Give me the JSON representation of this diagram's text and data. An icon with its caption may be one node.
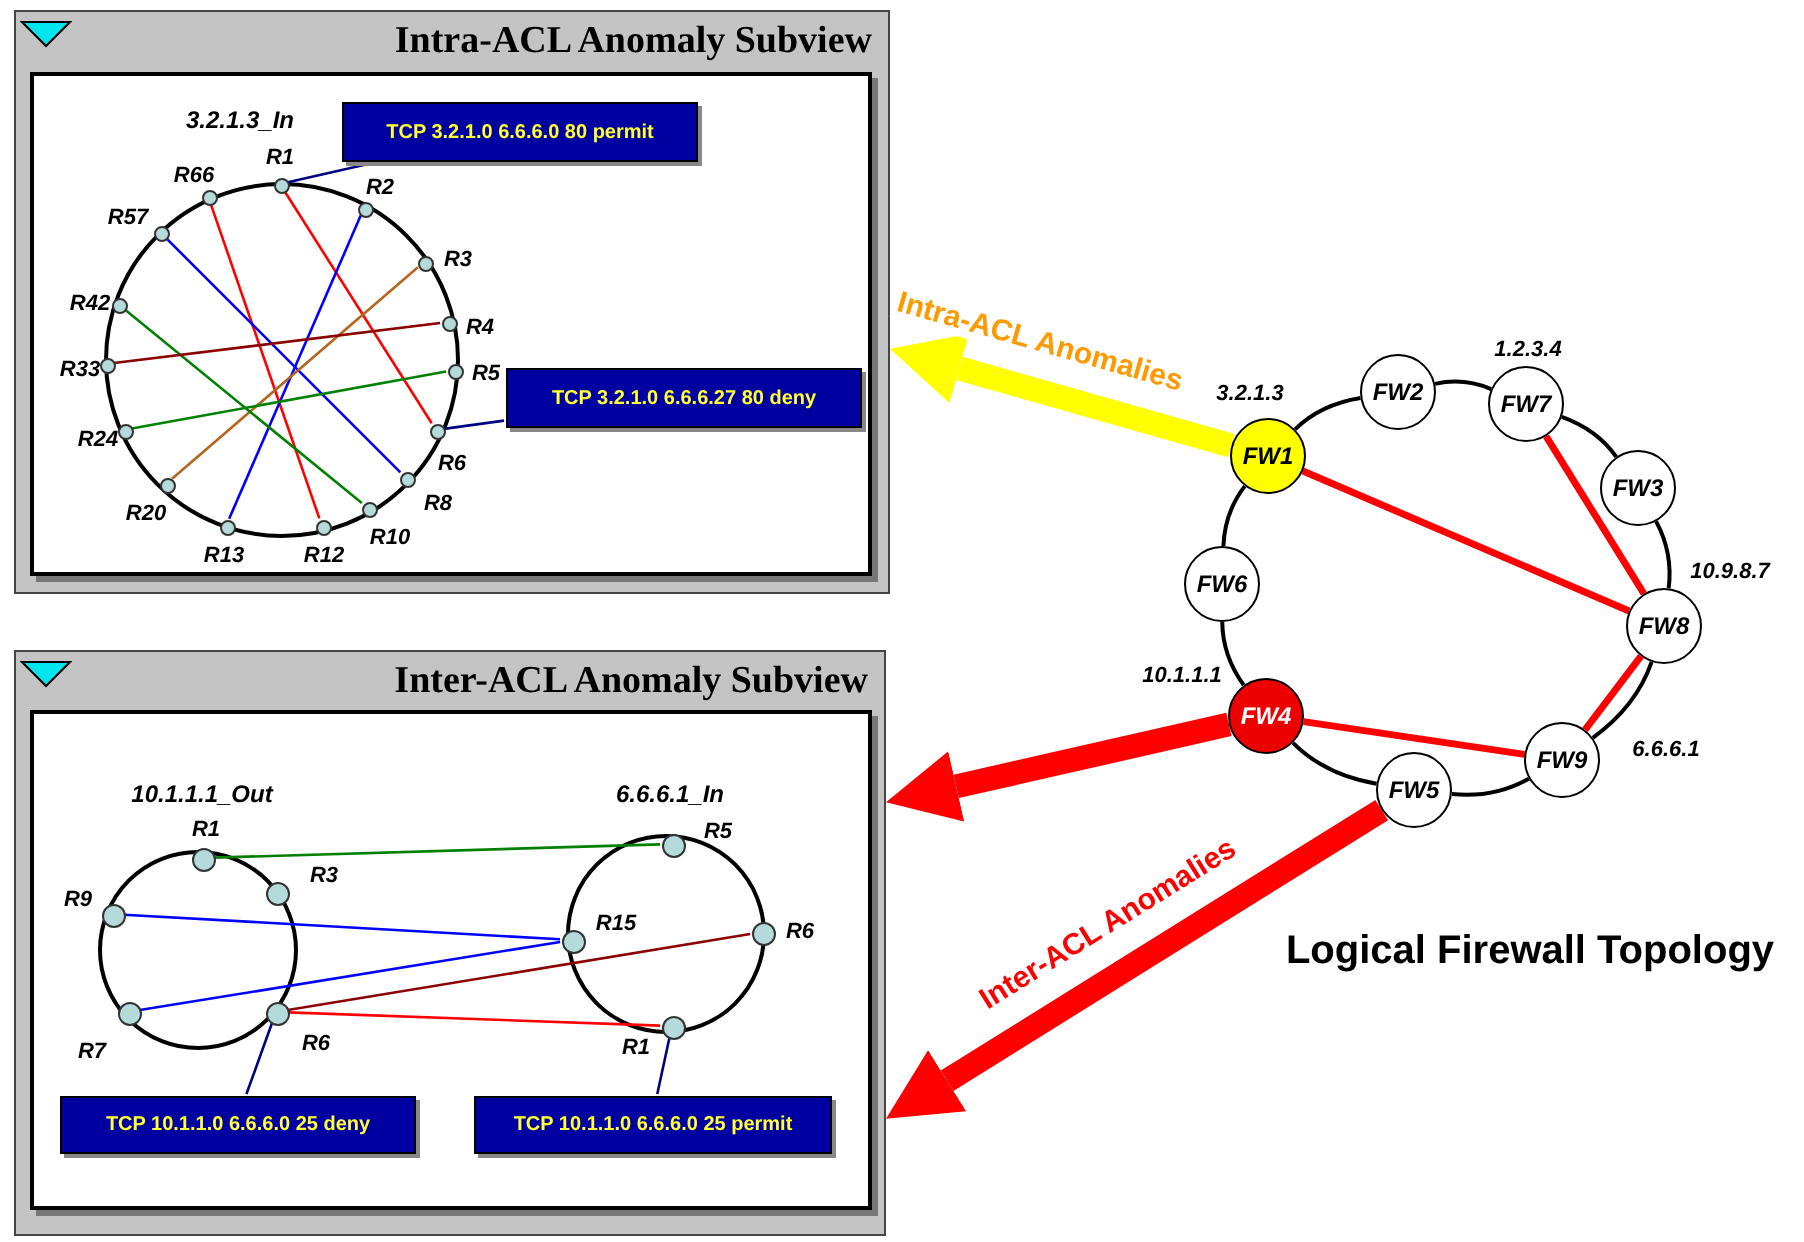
{
  "diagram": {
    "nodes": [
      {
        "text": [
          "Intra-ACL Anomaly Subview"
        ]
      },
      {
        "text": [
          "R1"
        ],
        "in": 0
      },
      {
        "text": [
          "R66"
        ],
        "in": 0
      },
      {
        "text": [
          "R2"
        ],
        "in": 0
      },
      {
        "text": [
          "R57"
        ],
        "in": 0
      },
      {
        "text": [
          "R3"
        ],
        "in": 0
      },
      {
        "text": [
          "R42"
        ],
        "in": 0
      },
      {
        "text": [
          "R4"
        ],
        "in": 0
      },
      {
        "text": [
          "R33"
        ],
        "in": 0
      },
      {
        "text": [
          "R5"
        ],
        "in": 0
      },
      {
        "text": [
          "R24"
        ],
        "in": 0
      },
      {
        "text": [
          "R6"
        ],
        "in": 0
      },
      {
        "text": [
          "R20"
        ],
        "in": 0
      },
      {
        "text": [
          "R8"
        ],
        "in": 0
      },
      {
        "text": [
          "R10"
        ],
        "in": 0
      },
      {
        "text": [
          "R13"
        ],
        "in": 0
      },
      {
        "text": [
          "R12"
        ],
        "in": 0
      },
      {
        "text": [
          "TCP 3.2.1.0 6.6.6.0 80 permit"
        ],
        "in": 0
      },
      {
        "text": [
          "TCP 3.2.1.0 6.6.6.27 80 deny"
        ],
        "in": 0
      },
      {
        "text": [
          "Inter-ACL Anomaly Subview"
        ]
      },
      {
        "text": [
          "R1"
        ],
        "in": 19
      },
      {
        "text": [
          "R3"
        ],
        "in": 19
      },
      {
        "text": [
          "R9"
        ],
        "in": 19
      },
      {
        "text": [
          "R7"
        ],
        "in": 19
      },
      {
        "text": [
          "R6"
        ],
        "in": 19
      },
      {
        "text": [
          "R5"
        ],
        "in": 19
      },
      {
        "text": [
          "R15"
        ],
        "in": 19
      },
      {
        "text": [
          "R6"
        ],
        "in": 19
      },
      {
        "text": [
          "R1"
        ],
        "in": 19
      },
      {
        "text": [
          "TCP 10.1.1.0 6.6.6.0 25 deny"
        ],
        "in": 19
      },
      {
        "text": [
          "TCP 10.1.1.0 6.6.6.0 25 permit"
        ],
        "in": 19
      },
      {
        "text": [
          "FW2"
        ]
      },
      {
        "text": [
          "FW7"
        ],
        "beside": [
          "1.2.3.4"
        ]
      },
      {
        "text": [
          "FW1"
        ],
        "beside": [
          "3.2.1.3"
        ]
      },
      {
        "text": [
          "FW3"
        ]
      },
      {
        "text": [
          "FW6"
        ]
      },
      {
        "text": [
          "FW8"
        ],
        "beside": [
          "10.9.8.7"
        ]
      },
      {
        "text": [
          "FW4"
        ],
        "beside": [
          "10.1.1.1"
        ]
      },
      {
        "text": [
          "FW9"
        ],
        "beside": [
          "6.6.6.1"
        ]
      },
      {
        "text": [
          "FW5"
        ]
      }
    ],
    "edges": [
      {
        "from": 1,
        "to": 11,
        "arrow": "none",
        "color": "#ff0000"
      },
      {
        "from": 2,
        "to": 16,
        "arrow": "none",
        "color": "#ff0000"
      },
      {
        "from": 3,
        "to": 15,
        "arrow": "none",
        "color": "#0000ff"
      },
      {
        "from": 4,
        "to": 13,
        "arrow": "none",
        "color": "#0000ff"
      },
      {
        "from": 5,
        "to": 12,
        "arrow": "none",
        "color": "#b5651d"
      },
      {
        "from": 6,
        "to": 14,
        "arrow": "none",
        "color": "#008000"
      },
      {
        "from": 7,
        "to": 8,
        "arrow": "none",
        "color": "#8b0000"
      },
      {
        "from": 9,
        "to": 10,
        "arrow": "none",
        "color": "#008000"
      },
      {
        "from": 17,
        "to": 1,
        "arrow": "none",
        "color": "#000080"
      },
      {
        "from": 18,
        "to": 11,
        "arrow": "none",
        "color": "#000080"
      },
      {
        "from": 20,
        "to": 25,
        "arrow": "none",
        "color": "#008000"
      },
      {
        "from": 22,
        "to": 26,
        "arrow": "none",
        "color": "#0000ff"
      },
      {
        "from": 23,
        "to": 26,
        "arrow": "none",
        "color": "#0000ff"
      },
      {
        "from": 24,
        "to": 27,
        "arrow": "none",
        "color": "#8b0000"
      },
      {
        "from": 24,
        "to": 28,
        "arrow": "none",
        "color": "#ff0000"
      },
      {
        "from": 29,
        "to": 24,
        "arrow": "none",
        "color": "#000080"
      },
      {
        "from": 30,
        "to": 28,
        "arrow": "none",
        "color": "#000080"
      },
      {
        "from": 33,
        "to": 31,
        "arrow": "none",
        "color": "#000000"
      },
      {
        "from": 31,
        "to": 32,
        "arrow": "none",
        "color": "#000000"
      },
      {
        "from": 32,
        "to": 34,
        "arrow": "none",
        "color": "#000000"
      },
      {
        "from": 34,
        "to": 36,
        "arrow": "none",
        "color": "#000000"
      },
      {
        "from": 36,
        "to": 38,
        "arrow": "none",
        "color": "#000000"
      },
      {
        "from": 38,
        "to": 39,
        "arrow": "none",
        "color": "#000000"
      },
      {
        "from": 39,
        "to": 37,
        "arrow": "none",
        "color": "#000000"
      },
      {
        "from": 37,
        "to": 35,
        "arrow": "none",
        "color": "#000000"
      },
      {
        "from": 35,
        "to": 33,
        "arrow": "none",
        "color": "#000000"
      },
      {
        "from": 33,
        "to": 36,
        "arrow": "none",
        "style": "thick",
        "color": "#ff0000"
      },
      {
        "from": 32,
        "to": 36,
        "arrow": "none",
        "style": "thick",
        "color": "#ff0000"
      },
      {
        "from": 36,
        "to": 38,
        "arrow": "none",
        "style": "thick",
        "color": "#ff0000"
      },
      {
        "from": 37,
        "to": 38,
        "arrow": "none",
        "style": "thick",
        "color": "#ff0000"
      },
      {
        "from": 33,
        "to": 0,
        "arrow": "to",
        "label": "Intra-ACL Anomalies",
        "style": "thick",
        "color": "#ffff00"
      },
      {
        "from": 37,
        "to": 19,
        "arrow": "to",
        "style": "thick",
        "color": "#ff0000"
      },
      {
        "from": 39,
        "to": 19,
        "arrow": "to",
        "label": "Inter-ACL Anomalies",
        "style": "thick",
        "color": "#ff0000"
      }
    ],
    "labels": [
      "3.2.1.3_In",
      "10.1.1.1_Out",
      "6.6.6.1_In",
      "Logical Firewall Topology"
    ]
  }
}
